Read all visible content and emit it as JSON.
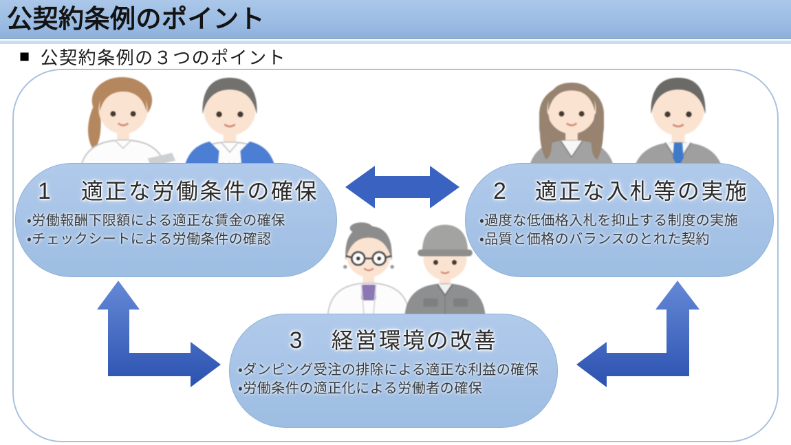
{
  "header": {
    "title": "公契約条例のポイント"
  },
  "section": {
    "marker": "■",
    "heading": "公契約条例の３つのポイント"
  },
  "diagram": {
    "points": [
      {
        "number": "1",
        "title": "適正な労働条件の確保",
        "bullets": [
          "・労働報酬下限額による適正な賃金の確保",
          "・チェックシートによる労働条件の確認"
        ],
        "illustration": "female-office-worker-and-male-apron-worker"
      },
      {
        "number": "2",
        "title": "適正な入札等の実施",
        "bullets": [
          "・過度な低価格入札を抑止する制度の実施",
          "・品質と価格のバランスのとれた契約"
        ],
        "illustration": "businesswoman-and-businessman"
      },
      {
        "number": "3",
        "title": "経営環境の改善",
        "bullets": [
          "・ダンピング受注の排除による適正な利益の確保",
          "・労働条件の適正化による労働者の確保"
        ],
        "illustration": "elderly-woman-and-field-worker"
      }
    ],
    "icons": [
      "double-headed-arrow-between-point1-point2",
      "l-shaped-double-arrow-between-point1-point3",
      "l-shaped-double-arrow-between-point2-point3"
    ]
  },
  "colors": {
    "header_gradient_top": "#abc7e9",
    "header_gradient_bottom": "#8db1dc",
    "header_sub_strip": "#cadcf1",
    "bubble_fill_top": "#b1caeb",
    "bubble_fill_bottom": "#9dbde2",
    "bubble_border": "#8fb0d7",
    "container_border": "#aac2dd",
    "arrow_flat_blue": "#3a62c0",
    "arrow_gradient_light": "#6589d6",
    "arrow_gradient_dark": "#2b51b0"
  }
}
